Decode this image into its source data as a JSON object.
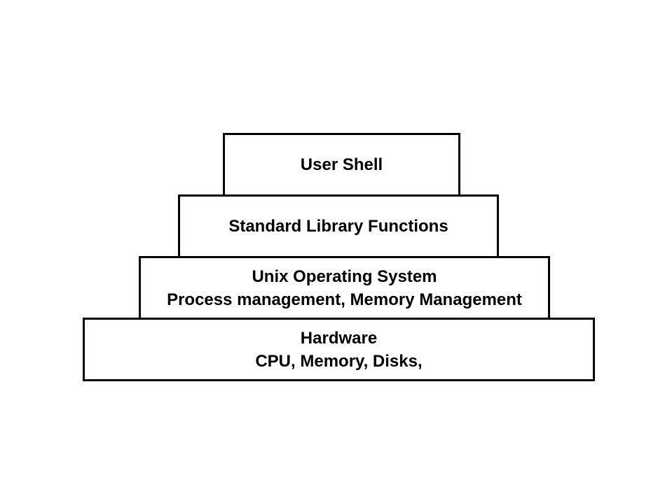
{
  "diagram": {
    "layers": [
      {
        "lines": [
          "User Shell"
        ]
      },
      {
        "lines": [
          "Standard Library Functions"
        ]
      },
      {
        "lines": [
          "Unix Operating System",
          "Process management, Memory Management"
        ]
      },
      {
        "lines": [
          "Hardware",
          "CPU, Memory, Disks,"
        ]
      }
    ]
  }
}
